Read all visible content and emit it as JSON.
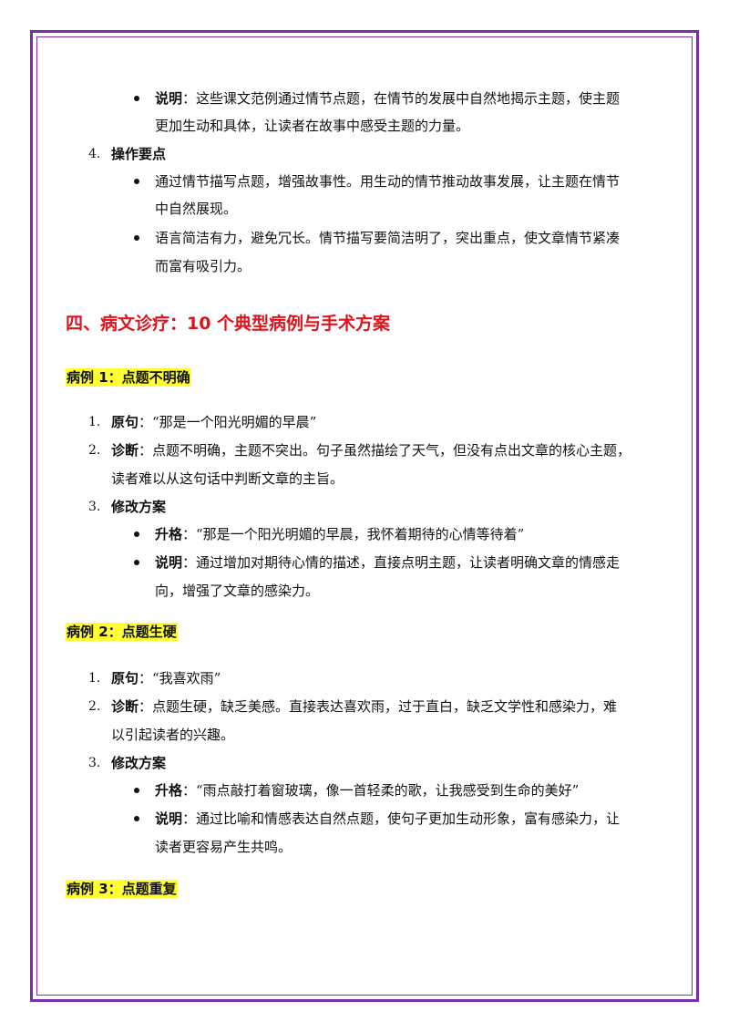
{
  "colors": {
    "frame": "#7a2fa8",
    "heading": "#e0121c",
    "highlight": "#ffff33"
  },
  "top": {
    "note_label": "说明",
    "note_line1": "：这些课文范例通过情节点题，在情节的发展中自然地揭示主题，使主题",
    "note_line2": "更加生动和具体，让读者在故事中感受主题的力量。",
    "item4_num": "4.",
    "item4_title": "操作要点",
    "point1_line1": "通过情节描写点题，增强故事性。用生动的情节推动故事发展，让主题在情节",
    "point1_line2": "中自然展现。",
    "point2_line1": "语言简洁有力，避免冗长。情节描写要简洁明了，突出重点，使文章情节紧凑",
    "point2_line2": "而富有吸引力。"
  },
  "section4": {
    "heading": "四、病文诊疗：10 个典型病例与手术方案"
  },
  "cases": [
    {
      "heading": "病例 1：点题不明确",
      "n1": "1.",
      "original_label": "原句",
      "original_text": "：“那是一个阳光明媚的早晨”",
      "n2": "2.",
      "diagnosis_label": "诊断",
      "diagnosis_line1": "：点题不明确，主题不突出。句子虽然描绘了天气，但没有点出文章的核心主题，",
      "diagnosis_line2": "读者难以从这句话中判断文章的主旨。",
      "n3": "3.",
      "plan_label": "修改方案",
      "upgrade_label": "升格",
      "upgrade_text": "：“那是一个阳光明媚的早晨，我怀着期待的心情等待着”",
      "explain_label": "说明",
      "explain_line1": "：通过增加对期待心情的描述，直接点明主题，让读者明确文章的情感走",
      "explain_line2": "向，增强了文章的感染力。"
    },
    {
      "heading": "病例 2：点题生硬",
      "n1": "1.",
      "original_label": "原句",
      "original_text": "：“我喜欢雨”",
      "n2": "2.",
      "diagnosis_label": "诊断",
      "diagnosis_line1": "：点题生硬，缺乏美感。直接表达喜欢雨，过于直白，缺乏文学性和感染力，难",
      "diagnosis_line2": "以引起读者的兴趣。",
      "n3": "3.",
      "plan_label": "修改方案",
      "upgrade_label": "升格",
      "upgrade_text": "：“雨点敲打着窗玻璃，像一首轻柔的歌，让我感受到生命的美好”",
      "explain_label": "说明",
      "explain_line1": "：通过比喻和情感表达自然点题，使句子更加生动形象，富有感染力，让",
      "explain_line2": "读者更容易产生共鸣。"
    },
    {
      "heading": "病例 3：点题重复"
    }
  ]
}
